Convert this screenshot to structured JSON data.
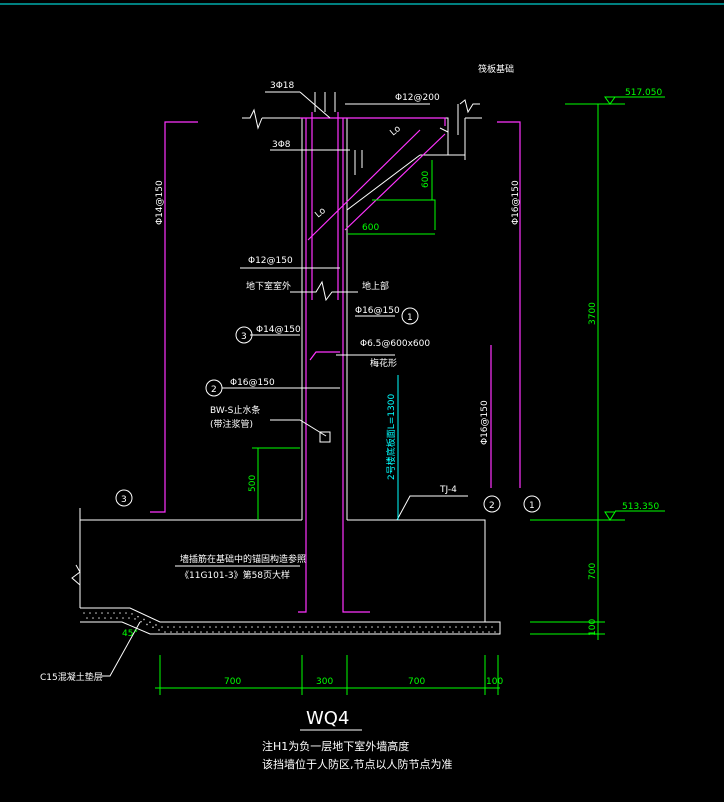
{
  "title": "WQ4",
  "notes": [
    "注H1为负一层地下室外墙高度",
    "该挡墙位于人防区,节点以人防节点为准"
  ],
  "elevations": {
    "top": "517.050",
    "bottom": "513.350"
  },
  "dims": {
    "height": "3700",
    "foot": "700",
    "pad": "100",
    "w1": "700",
    "w2": "300",
    "w3": "700",
    "w4": "100",
    "d500": "500",
    "d600a": "600",
    "d600b": "600"
  },
  "labels": {
    "top_bar": "3Φ18",
    "top_stirrup": "Φ12@200",
    "mid_bar": "3Φ8",
    "slab": "筏板基础",
    "lo1": "Lo",
    "lo2": "Lo",
    "left_vert": "Φ14@150",
    "right_vert": "Φ16@150",
    "inner_vert": "Φ16@150",
    "h_bar": "Φ12@150",
    "outdoor": "地下室室外",
    "indoor": "地上部",
    "r1": "Φ16@150",
    "r3": "Φ14@150",
    "tie": "Φ6.5@600x600",
    "tie_name": "梅花形",
    "r2": "Φ16@150",
    "bw": "BW-S止水条",
    "bw_sub": "(带注浆管)",
    "cyan_note": "2号楼底板面L=1300",
    "tj": "TJ-4",
    "anchor1": "墙插筋在基础中的锚固构造参照",
    "anchor2": "《11G101-3》第58页大样",
    "concrete": "C15混凝土垫层",
    "angle": "45°"
  },
  "markers": [
    "1",
    "2",
    "3"
  ]
}
